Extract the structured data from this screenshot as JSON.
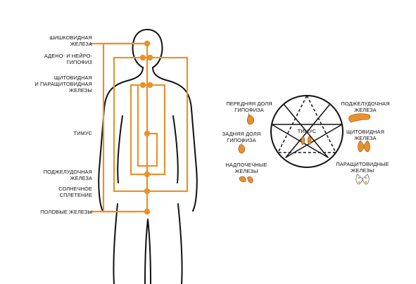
{
  "colors": {
    "accent": "#e8922c",
    "line": "#111111",
    "background": "#ffffff",
    "gland_fill": "#e8922c"
  },
  "body_labels": {
    "pineal": "ШИШКОВИДНАЯ\nЖЕЛЕЗА",
    "pituitary": "АДЕНО- И НЕЙРО-\nГИПОФИЗ",
    "thyroid": "ЩИТОВИДНАЯ\nИ ПАРАЩИТОВИДНАЯ\nЖЕЛЕЗЫ",
    "thymus": "ТИМУС",
    "pancreas": "ПОДЖЕЛУДОЧНАЯ\nЖЕЛЕЗА",
    "solar_plexus": "СОЛНЕЧНОЕ\nСПЛЕТЕНИЕ",
    "gonads": "ПОЛОВЫЕ ЖЕЛЕЗЫ"
  },
  "enneagram_labels": {
    "center": "ТИМУС",
    "anterior_pituitary": "ПЕРЕДНЯЯ ДОЛЯ\nГИПОФИЗА",
    "posterior_pituitary": "ЗАДНЯЯ ДОЛЯ\nГИПОФИЗА",
    "adrenals": "НАДПОЧЕЧНЫЕ\nЖЕЛЕЗЫ",
    "pancreas": "ПОДЖЕЛУДОЧНАЯ\nЖЕЛЕЗА",
    "thyroid": "ЩИТОВИДНАЯ\nЖЕЛЕЗА",
    "parathyroid": "ПАРАЩИТОВИДНЫЕ\nЖЕЛЕЗЫ"
  },
  "icons": {
    "anterior_pituitary": "pituitary-gland-icon",
    "posterior_pituitary": "pituitary-gland-icon",
    "adrenals": "adrenal-glands-icon",
    "pancreas": "pancreas-icon",
    "thyroid": "thyroid-gland-icon",
    "parathyroid": "parathyroid-glands-icon",
    "thymus": "thymus-icon"
  }
}
